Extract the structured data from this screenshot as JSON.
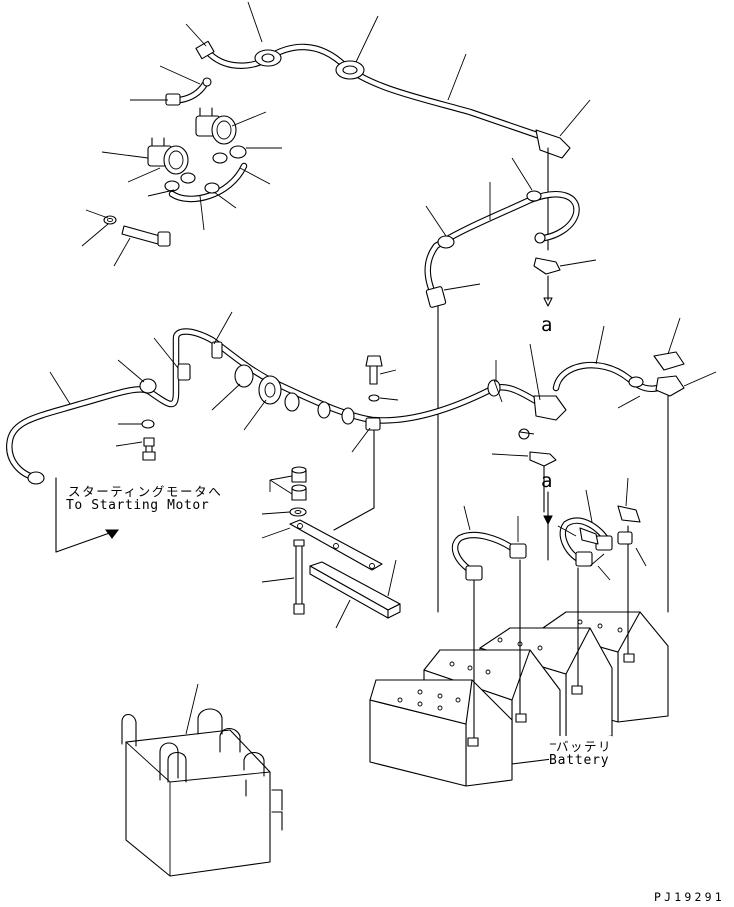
{
  "callouts": {
    "starting_motor_jp": "スターティングモータへ",
    "starting_motor_en": "To Starting Motor",
    "battery_jp": "バッテリ",
    "battery_en": "Battery",
    "ref_a_top": "a",
    "ref_a_bottom": "a"
  },
  "drawing_number": "PJ19291"
}
